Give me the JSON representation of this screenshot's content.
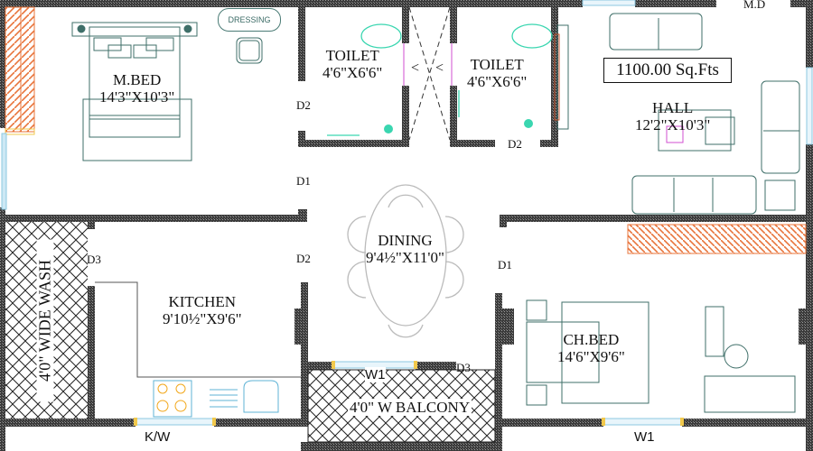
{
  "plan": {
    "total_area": "1100.00 Sq.Fts",
    "rooms": {
      "master_bed": {
        "name": "M.BED",
        "size": "14'3\"X10'3\""
      },
      "toilet_1": {
        "name": "TOILET",
        "size": "4'6\"X6'6\""
      },
      "toilet_2": {
        "name": "TOILET",
        "size": "4'6\"X6'6\""
      },
      "hall": {
        "name": "HALL",
        "size": "12'2\"X10'3\""
      },
      "dining": {
        "name": "DINING",
        "size": "9'4½\"X11'0\""
      },
      "kitchen": {
        "name": "KITCHEN",
        "size": "9'10½\"X9'6\""
      },
      "child_bed": {
        "name": "CH.BED",
        "size": "14'6\"X9'6\""
      },
      "wash": {
        "name": "4'0\"  WIDE WASH"
      },
      "balcony": {
        "name": "4'0\" W BALCONY"
      }
    },
    "furniture": {
      "dressing": "DRESSING"
    },
    "doors": {
      "d2_mbed": "D2",
      "d1_mbed": "D1",
      "d2_toilet2": "D2",
      "d3_kitchen": "D3",
      "d2_kitchen": "D2",
      "d1_chbed": "D1",
      "d3_balcony": "D3",
      "main_door": "M.D"
    },
    "windows": {
      "kitchen_window": "K/W",
      "balcony_window": "W1",
      "chbed_window": "W1"
    },
    "colors": {
      "wall": "#2e2e2e",
      "furniture": "#3f6f69",
      "fixture": "#3ad6b0",
      "window": "#8cc8e0",
      "window_frame": "#f2c94c",
      "wardrobe": "#e8743b",
      "pink": "#d24fd2"
    }
  }
}
